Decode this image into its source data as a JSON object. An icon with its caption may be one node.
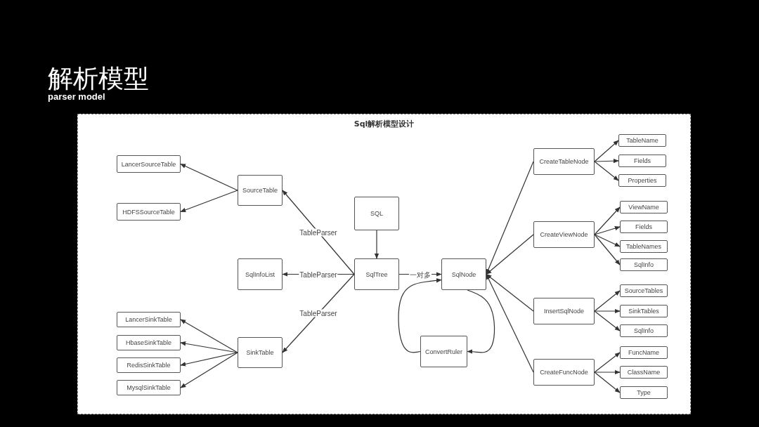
{
  "diagram": {
    "title": "解析模型",
    "nodes": [
      {
        "text": [
          "Sql解析模型设计"
        ]
      },
      {
        "text": [
          "SQL"
        ],
        "in": 0
      },
      {
        "text": [
          "SqlTree"
        ],
        "in": 0
      },
      {
        "text": [
          "SourceTable"
        ],
        "in": 0
      },
      {
        "text": [
          "SqlInfoList"
        ],
        "in": 0
      },
      {
        "text": [
          "SinkTable"
        ],
        "in": 0
      },
      {
        "text": [
          "LancerSourceTable"
        ],
        "in": 0
      },
      {
        "text": [
          "HDFSSourceTable"
        ],
        "in": 0
      },
      {
        "text": [
          "LancerSinkTable"
        ],
        "in": 0
      },
      {
        "text": [
          "HbaseSinkTable"
        ],
        "in": 0
      },
      {
        "text": [
          "RedisSinkTable"
        ],
        "in": 0
      },
      {
        "text": [
          "MysqlSinkTable"
        ],
        "in": 0
      },
      {
        "text": [
          "SqlNode"
        ],
        "in": 0
      },
      {
        "text": [
          "ConvertRuler"
        ],
        "in": 0
      },
      {
        "text": [
          "CreateTableNode"
        ],
        "in": 0
      },
      {
        "text": [
          "CreateViewNode"
        ],
        "in": 0
      },
      {
        "text": [
          "InsertSqlNode"
        ],
        "in": 0
      },
      {
        "text": [
          "CreateFuncNode"
        ],
        "in": 0
      },
      {
        "text": [
          "TableName"
        ],
        "in": 0
      },
      {
        "text": [
          "Fields"
        ],
        "in": 0
      },
      {
        "text": [
          "Properties"
        ],
        "in": 0
      },
      {
        "text": [
          "ViewName"
        ],
        "in": 0
      },
      {
        "text": [
          "Fields"
        ],
        "in": 0
      },
      {
        "text": [
          "TableNames"
        ],
        "in": 0
      },
      {
        "text": [
          "SqlInfo"
        ],
        "in": 0
      },
      {
        "text": [
          "SourceTables"
        ],
        "in": 0
      },
      {
        "text": [
          "SinkTables"
        ],
        "in": 0
      },
      {
        "text": [
          "SqlInfo"
        ],
        "in": 0
      },
      {
        "text": [
          "FuncName"
        ],
        "in": 0
      },
      {
        "text": [
          "ClassName"
        ],
        "in": 0
      },
      {
        "text": [
          "Type"
        ],
        "in": 0
      }
    ],
    "edges": [
      {
        "from": 1,
        "to": 2,
        "arrow": "to"
      },
      {
        "from": 2,
        "to": 3,
        "arrow": "to",
        "label": "TableParser"
      },
      {
        "from": 2,
        "to": 4,
        "arrow": "to",
        "label": "TableParser"
      },
      {
        "from": 2,
        "to": 5,
        "arrow": "to",
        "label": "TableParser"
      },
      {
        "from": 3,
        "to": 6,
        "arrow": "to"
      },
      {
        "from": 3,
        "to": 7,
        "arrow": "to"
      },
      {
        "from": 5,
        "to": 8,
        "arrow": "to"
      },
      {
        "from": 5,
        "to": 9,
        "arrow": "to"
      },
      {
        "from": 5,
        "to": 10,
        "arrow": "to"
      },
      {
        "from": 5,
        "to": 11,
        "arrow": "to"
      },
      {
        "from": 2,
        "to": 12,
        "arrow": "to",
        "label": "一对多"
      },
      {
        "from": 12,
        "to": 13,
        "arrow": "to"
      },
      {
        "from": 13,
        "to": 12,
        "arrow": "to"
      },
      {
        "from": 14,
        "to": 12,
        "arrow": "to"
      },
      {
        "from": 15,
        "to": 12,
        "arrow": "to"
      },
      {
        "from": 16,
        "to": 12,
        "arrow": "to"
      },
      {
        "from": 17,
        "to": 12,
        "arrow": "to"
      },
      {
        "from": 14,
        "to": 18,
        "arrow": "to"
      },
      {
        "from": 14,
        "to": 19,
        "arrow": "to"
      },
      {
        "from": 14,
        "to": 20,
        "arrow": "to"
      },
      {
        "from": 15,
        "to": 21,
        "arrow": "to"
      },
      {
        "from": 15,
        "to": 22,
        "arrow": "to"
      },
      {
        "from": 15,
        "to": 23,
        "arrow": "to"
      },
      {
        "from": 15,
        "to": 24,
        "arrow": "to"
      },
      {
        "from": 16,
        "to": 25,
        "arrow": "to"
      },
      {
        "from": 16,
        "to": 26,
        "arrow": "to"
      },
      {
        "from": 16,
        "to": 27,
        "arrow": "to"
      },
      {
        "from": 17,
        "to": 28,
        "arrow": "to"
      },
      {
        "from": 17,
        "to": 29,
        "arrow": "to"
      },
      {
        "from": 17,
        "to": 30,
        "arrow": "to"
      }
    ],
    "labels": [
      "parser model"
    ]
  }
}
